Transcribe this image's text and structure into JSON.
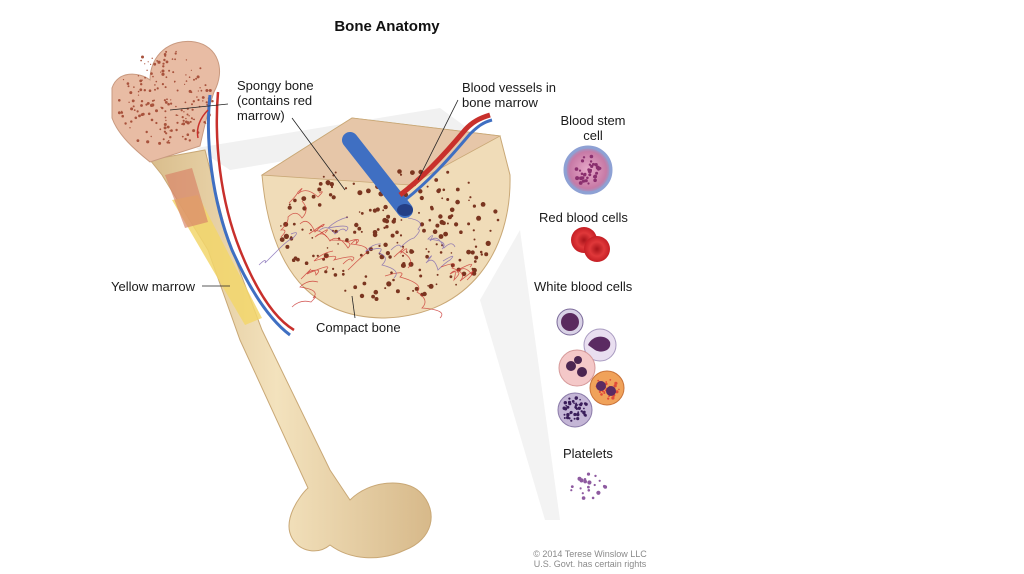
{
  "title": "Bone Anatomy",
  "labels": {
    "spongy_bone": [
      "Spongy bone",
      "(contains red",
      "marrow)"
    ],
    "blood_vessels": [
      "Blood vessels in",
      "bone marrow"
    ],
    "yellow_marrow": "Yellow marrow",
    "compact_bone": "Compact bone",
    "blood_stem_cell": [
      "Blood stem",
      "cell"
    ],
    "red_blood_cells": "Red blood cells",
    "white_blood_cells": "White blood cells",
    "platelets": "Platelets"
  },
  "credit": [
    "© 2014 Terese Winslow LLC",
    "U.S. Govt. has certain rights"
  ],
  "colors": {
    "bone": "#ecd8b0",
    "bone_shadow": "#d9bd8c",
    "spongy": "#e6b8a0",
    "marrow_dot": "#8a3b2a",
    "yellow_marrow": "#f2d66b",
    "vein": "#3f6fc2",
    "artery": "#c8302c",
    "stem_cell": "#c77aa6",
    "rbc": "#d8242a",
    "wbc": "#6b2c6b",
    "platelet": "#9a6aa8"
  }
}
